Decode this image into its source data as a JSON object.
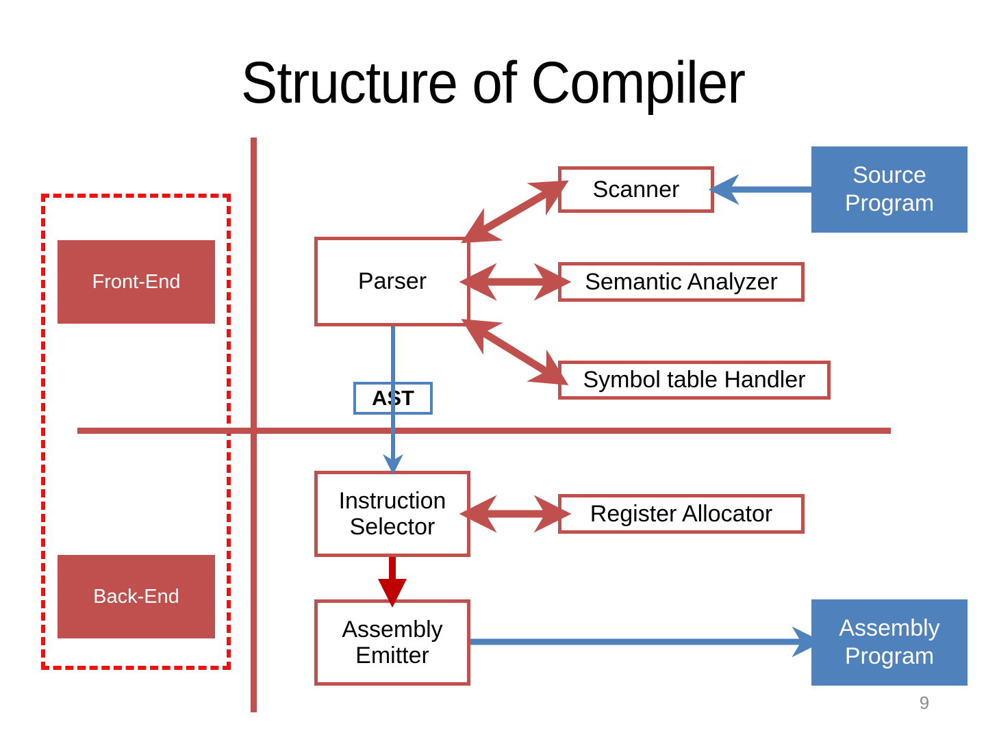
{
  "slide": {
    "title": "Structure of Compiler",
    "number": "9"
  },
  "colors": {
    "brick_red": "#C0504D",
    "bright_red": "#EE1111",
    "arrow_red": "#C00000",
    "steel_blue": "#4F81BD",
    "white": "#FFFFFF",
    "black": "#000000",
    "slide_number_gray": "#8C8C8C"
  },
  "phases": {
    "front_end": "Front-End",
    "back_end": "Back-End"
  },
  "boxes": {
    "scanner": "Scanner",
    "parser": "Parser",
    "semantic_analyzer": "Semantic Analyzer",
    "symbol_table_handler": "Symbol table Handler",
    "instruction_selector_line1": "Instruction",
    "instruction_selector_line2": "Selector",
    "register_allocator": "Register Allocator",
    "assembly_emitter_line1": "Assembly",
    "assembly_emitter_line2": "Emitter",
    "ast": "AST"
  },
  "io": {
    "source_program_line1": "Source",
    "source_program_line2": "Program",
    "assembly_program_line1": "Assembly",
    "assembly_program_line2": "Program"
  },
  "connectors": [
    {
      "name": "source-program-to-scanner",
      "style": "blue",
      "heads": "end"
    },
    {
      "name": "parser-to-scanner",
      "style": "red",
      "heads": "both"
    },
    {
      "name": "parser-to-semantic-analyzer",
      "style": "red",
      "heads": "both"
    },
    {
      "name": "parser-to-symbol-table-handler",
      "style": "red",
      "heads": "both"
    },
    {
      "name": "parser-to-ast",
      "style": "blue",
      "heads": "none"
    },
    {
      "name": "ast-to-instruction-selector",
      "style": "blue",
      "heads": "end"
    },
    {
      "name": "instruction-selector-to-register-allocator",
      "style": "red",
      "heads": "both"
    },
    {
      "name": "instruction-selector-to-assembly-emitter",
      "style": "bright-red",
      "heads": "end"
    },
    {
      "name": "assembly-emitter-to-assembly-program",
      "style": "blue",
      "heads": "end"
    }
  ]
}
